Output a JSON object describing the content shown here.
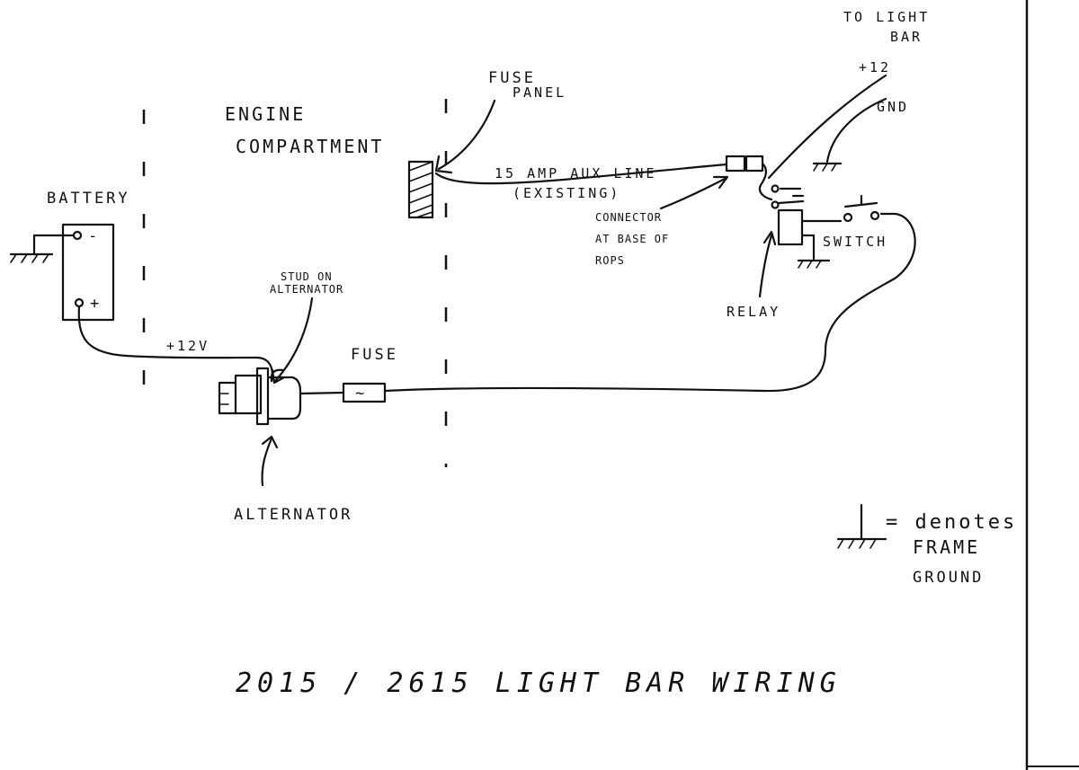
{
  "title": "2015 / 2615 LIGHT BAR WIRING",
  "zones": {
    "engine_compartment_line1": "ENGINE",
    "engine_compartment_line2": "COMPARTMENT"
  },
  "components": {
    "battery": {
      "label": "BATTERY",
      "neg": "-",
      "pos": "+"
    },
    "alternator": {
      "label": "ALTERNATOR",
      "stud_line1": "STUD ON",
      "stud_line2": "ALTERNATOR"
    },
    "fuse": {
      "label": "FUSE",
      "glyph": "~"
    },
    "fuse_panel": {
      "line1": "FUSE",
      "line2": "PANEL"
    },
    "connector": {
      "line1": "CONNECTOR",
      "line2": "AT BASE OF",
      "line3": "ROPS"
    },
    "relay": {
      "label": "RELAY"
    },
    "switch": {
      "label": "SWITCH"
    },
    "light_bar": {
      "line1": "TO LIGHT",
      "line2": "BAR",
      "plus": "+12",
      "gnd": "GND"
    }
  },
  "wires": {
    "battery_to_alternator": "+12V",
    "aux_line_1": "15 AMP AUX LINE",
    "aux_line_2": "(EXISTING)"
  },
  "legend": {
    "line1": "= denotes",
    "line2": "FRAME",
    "line3": "GROUND"
  }
}
